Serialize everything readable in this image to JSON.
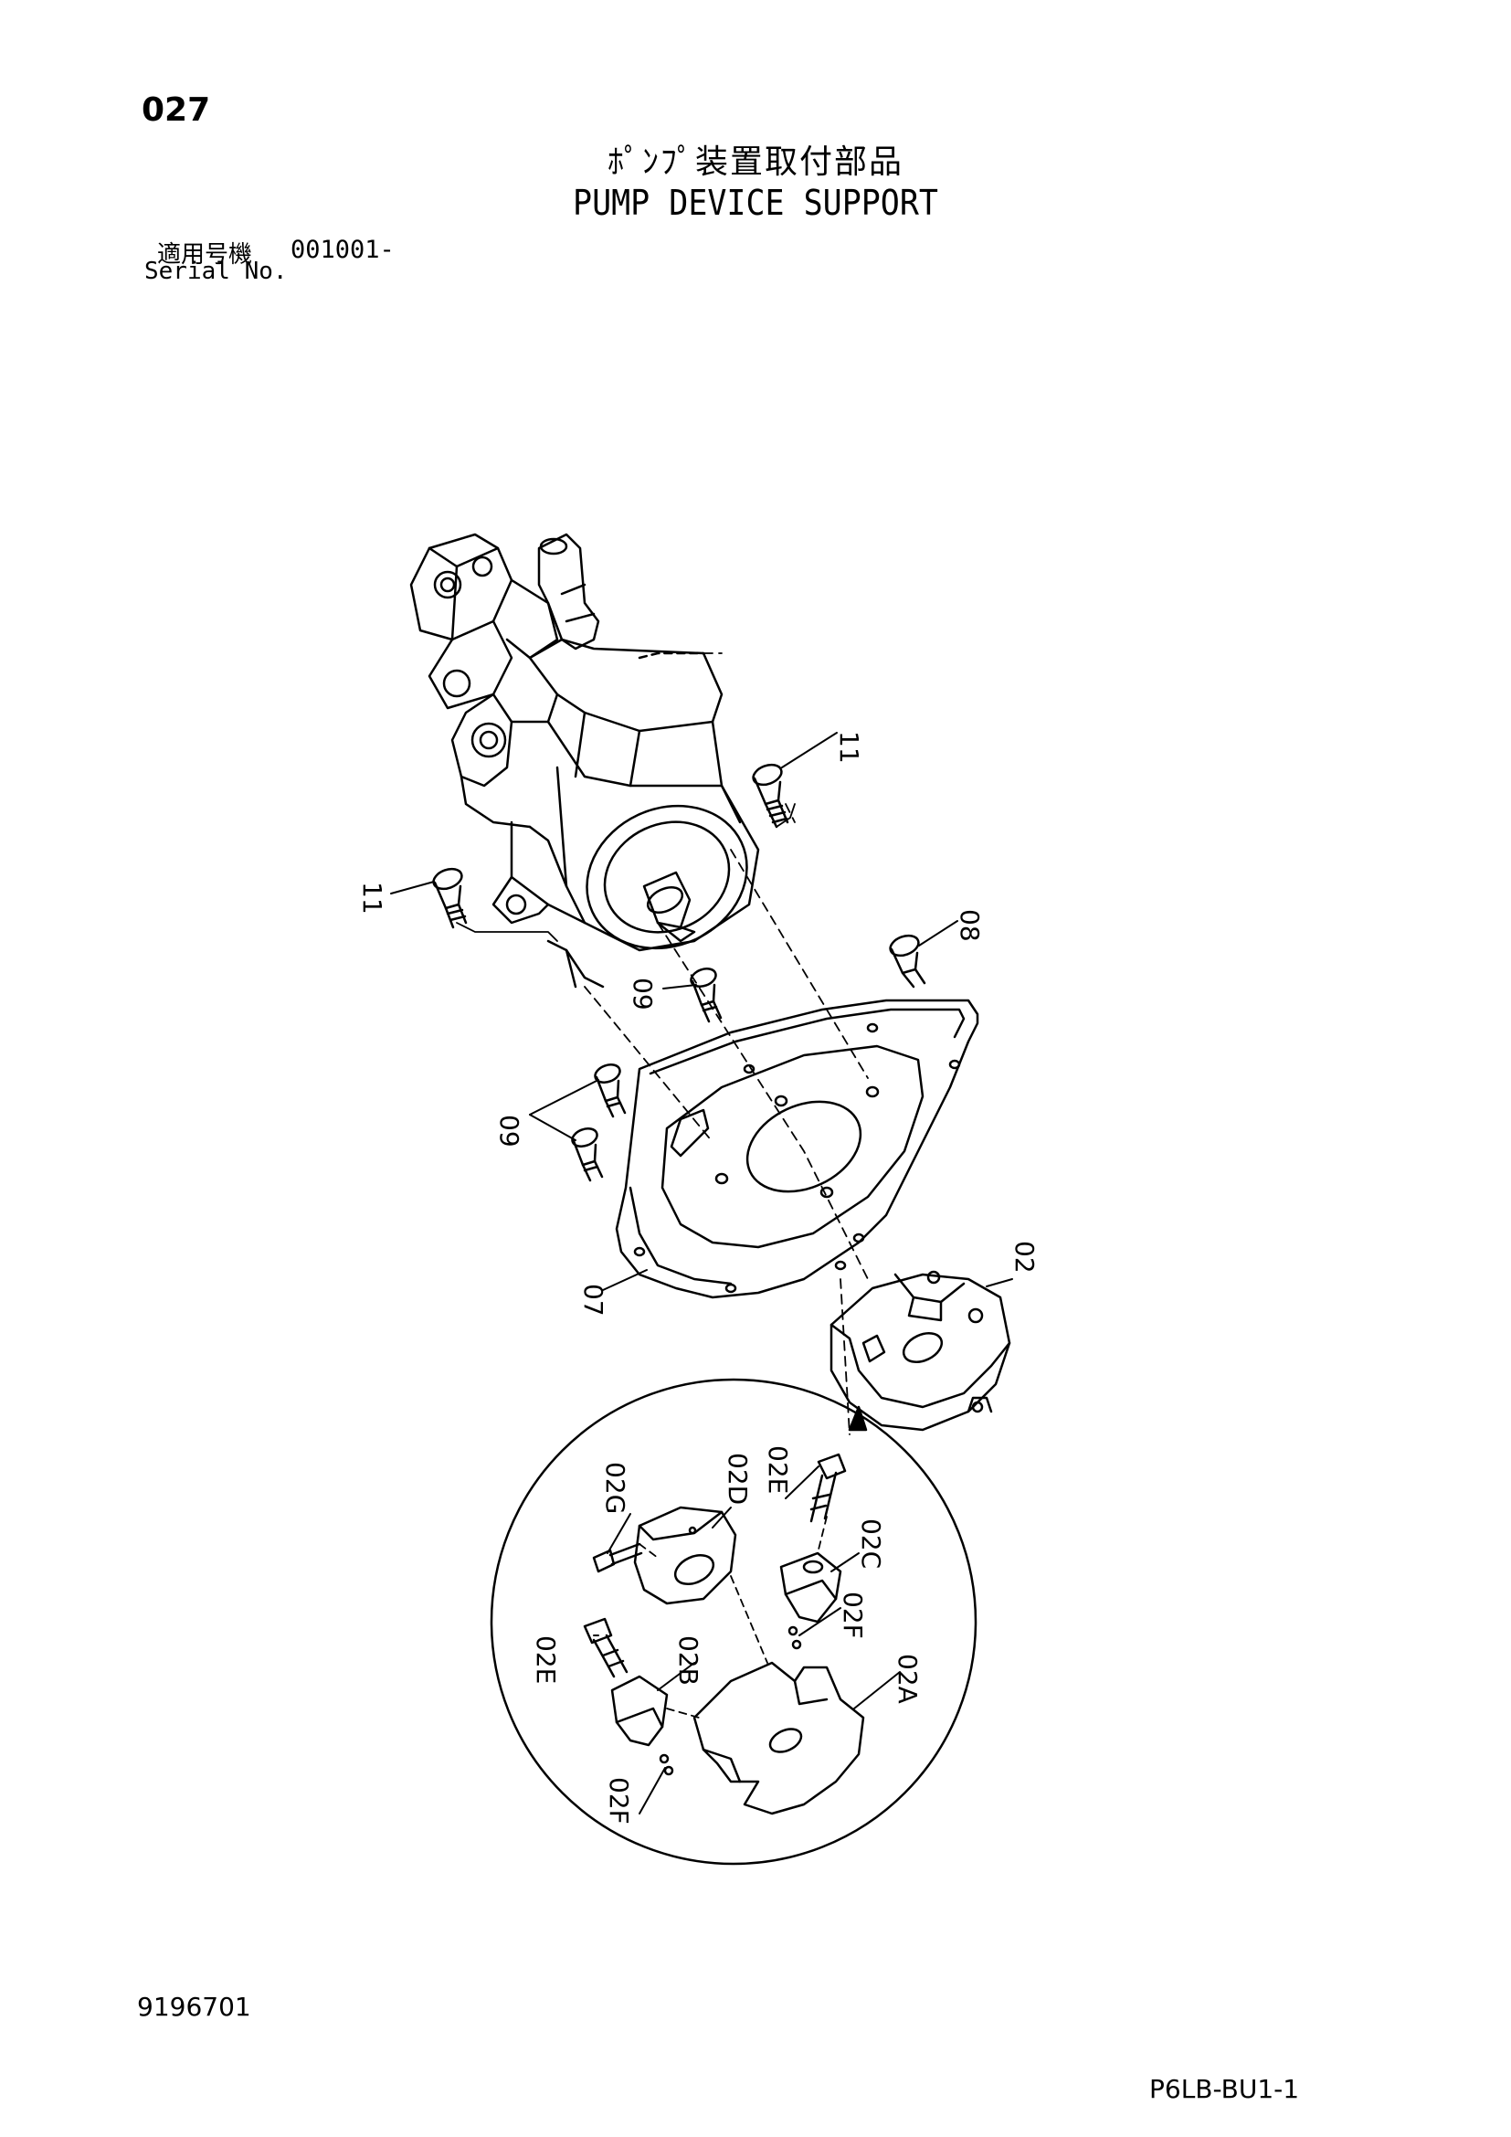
{
  "header": {
    "page_number": "027",
    "title_jp": "ﾎﾟﾝﾌﾟ装置取付部品",
    "title_en": "PUMP DEVICE SUPPORT",
    "serial_label_jp": "適用号機",
    "serial_value": "001001-",
    "serial_label_en": "Serial No."
  },
  "callouts": {
    "c11_upper": "11",
    "c11_left": "11",
    "c08": "08",
    "c09_center": "09",
    "c09_left": "09",
    "c07": "07",
    "c02": "02",
    "c02G": "02G",
    "c02D": "02D",
    "c02E_top": "02E",
    "c02C": "02C",
    "c02F_right": "02F",
    "c02E_left": "02E",
    "c02B": "02B",
    "c02A": "02A",
    "c02F_bottom": "02F"
  },
  "footer": {
    "doc_id": "9196701",
    "sheet_code": "P6LB-BU1-1"
  }
}
